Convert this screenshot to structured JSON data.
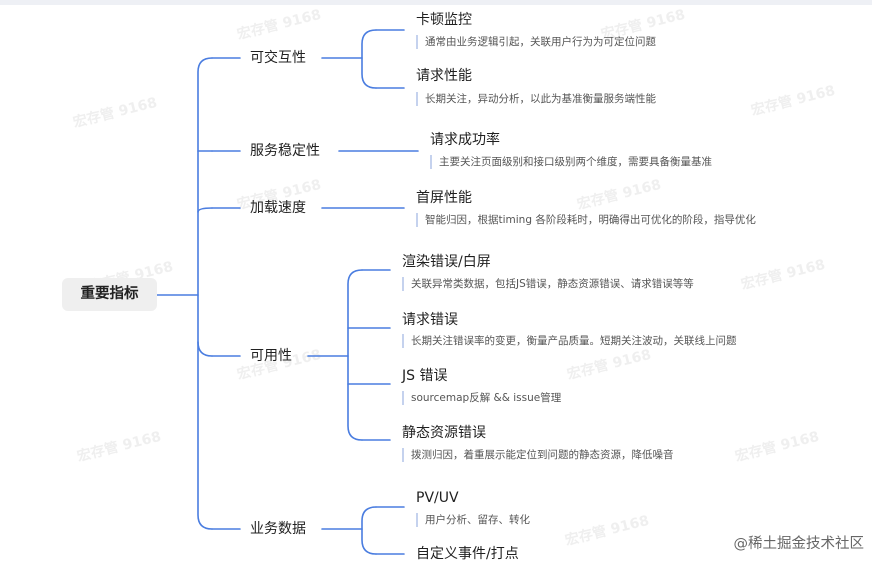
{
  "root": "重要指标",
  "categories": [
    {
      "label": "可交互性",
      "leaves": [
        {
          "title": "卡顿监控",
          "note": "通常由业务逻辑引起，关联用户行为为可定位问题"
        },
        {
          "title": "请求性能",
          "note": "长期关注，异动分析，以此为基准衡量服务端性能"
        }
      ]
    },
    {
      "label": "服务稳定性",
      "leaves": [
        {
          "title": "请求成功率",
          "note": "主要关注页面级别和接口级别两个维度，需要具备衡量基准"
        }
      ]
    },
    {
      "label": "加载速度",
      "leaves": [
        {
          "title": "首屏性能",
          "note": "智能归因，根据timing 各阶段耗时，明确得出可优化的阶段，指导优化"
        }
      ]
    },
    {
      "label": "可用性",
      "leaves": [
        {
          "title": "渲染错误/白屏",
          "note": "关联异常类数据，包括JS错误，静态资源错误、请求错误等等"
        },
        {
          "title": "请求错误",
          "note": "长期关注错误率的变更，衡量产品质量。短期关注波动，关联线上问题"
        },
        {
          "title": "JS 错误",
          "note": "sourcemap反解 && issue管理"
        },
        {
          "title": "静态资源错误",
          "note": "拨测归因，着重展示能定位到问题的静态资源，降低噪音"
        }
      ]
    },
    {
      "label": "业务数据",
      "leaves": [
        {
          "title": "PV/UV",
          "note": "用户分析、留存、转化"
        },
        {
          "title": "自定义事件/打点",
          "note": ""
        }
      ]
    }
  ],
  "watermark": "宏存管 9168",
  "credit": "@稀土掘金技术社区",
  "colors": {
    "line": "#4a7de0",
    "note_bar": "#c5d2ee",
    "root_bg": "#efefef"
  }
}
